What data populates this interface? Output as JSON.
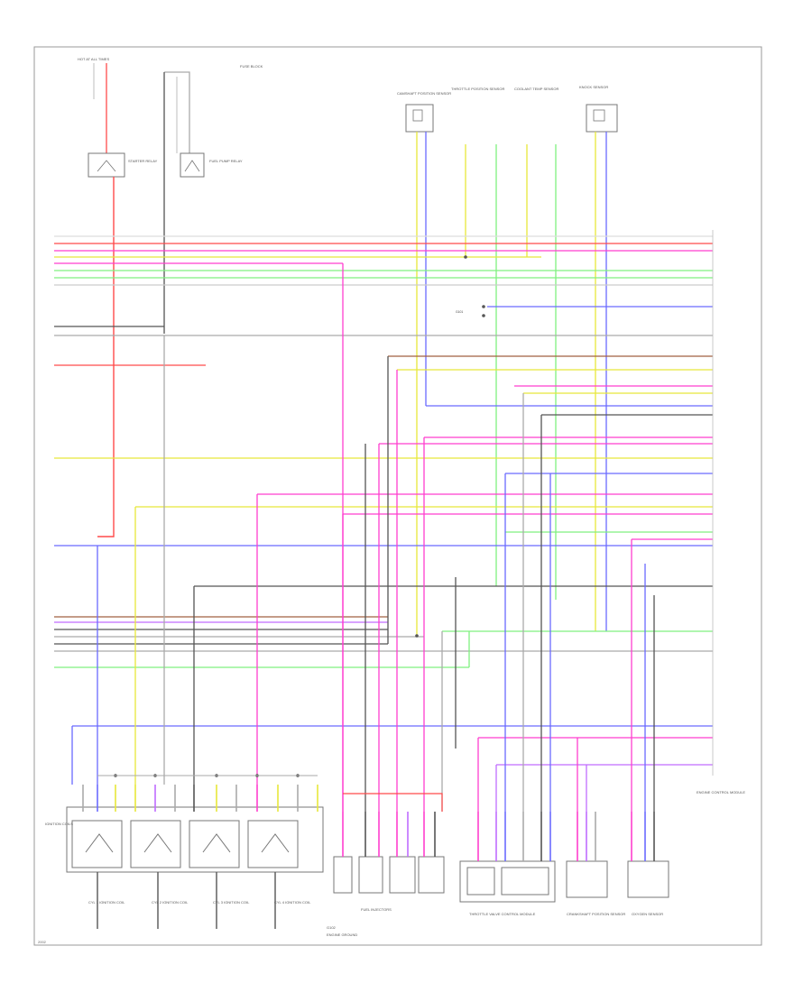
{
  "colors": {
    "frame": "#9a9a9a",
    "red": "#ff4a4a",
    "pink": "#ff3ecf",
    "yellow": "#e8e83a",
    "green": "#7ff07f",
    "blue": "#6a6aff",
    "violet": "#c06cff",
    "gray": "#aaaaaa",
    "dark": "#555555",
    "brown": "#a06040",
    "white": "#d8d8d8"
  },
  "labels": {
    "power_top": "HOT AT ALL TIMES",
    "fuse_info": "FUSE BLOCK",
    "starter_relay": "STARTER RELAY",
    "fuel_pump_relay": "FUEL PUMP RELAY",
    "sensor_a": "CAMSHAFT POSITION SENSOR",
    "sensor_b": "THROTTLE POSITION SENSOR",
    "sensor_c": "COOLANT TEMP SENSOR",
    "sensor_d": "KNOCK SENSOR",
    "ground": "G101",
    "module": "ENGINE CONTROL MODULE",
    "coil_1": "CYL 1 IGNITION COIL",
    "coil_2": "CYL 2 IGNITION COIL",
    "coil_3": "CYL 3 IGNITION COIL",
    "coil_4": "CYL 4 IGNITION COIL",
    "fuel_injectors": "FUEL INJECTORS",
    "throttle_valve": "THROTTLE VALVE CONTROL MODULE",
    "crankshaft_sensor": "CRANKSHAFT POSITION SENSOR",
    "o2_sensor": "OXYGEN SENSOR",
    "ignition_block": "IGNITION COILS",
    "ground_bottom": "G102",
    "ground_bottom_2": "ENGINE GROUND",
    "date_footer": "2002"
  }
}
